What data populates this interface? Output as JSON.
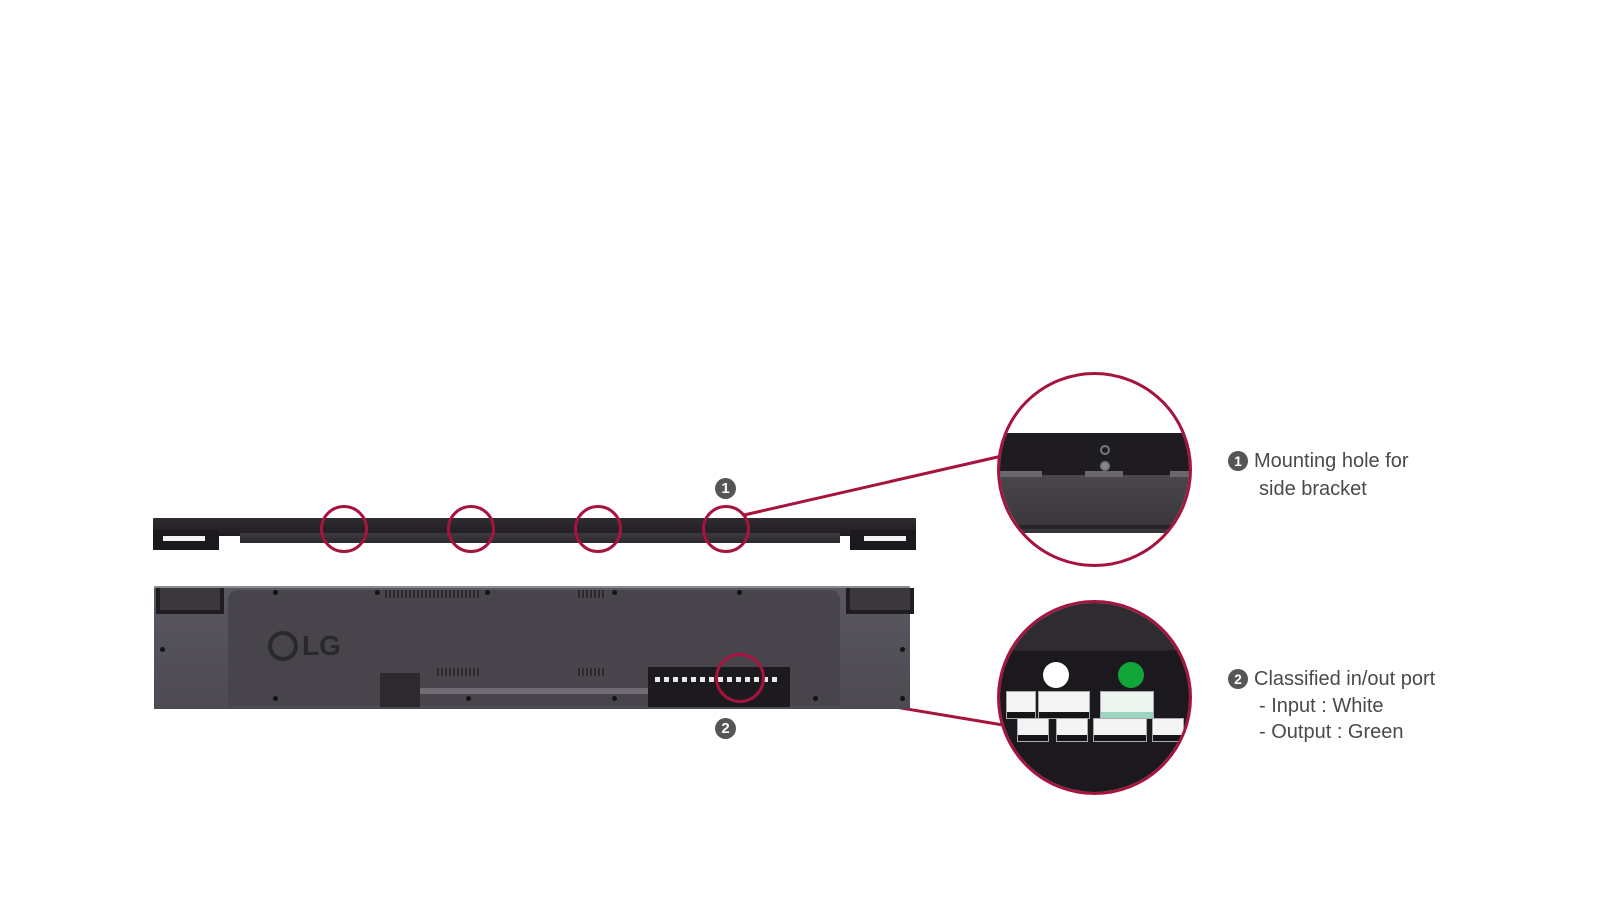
{
  "figure": {
    "views": {
      "top_view": "Top edge of display with four mounting holes circled",
      "rear_view": "Rear of display with LG logo and in/out port block circled"
    },
    "brand_logo": "LG",
    "accent_color": "#a6133c",
    "badge_color": "#555456",
    "indicator_colors": {
      "input": "#ffffff",
      "output": "#12a53a"
    }
  },
  "callouts": [
    {
      "number": "1",
      "title_line1": "Mounting hole for",
      "title_line2": "side bracket"
    },
    {
      "number": "2",
      "title": "Classified in/out port",
      "details": [
        "- Input : White",
        "- Output : Green"
      ]
    }
  ]
}
